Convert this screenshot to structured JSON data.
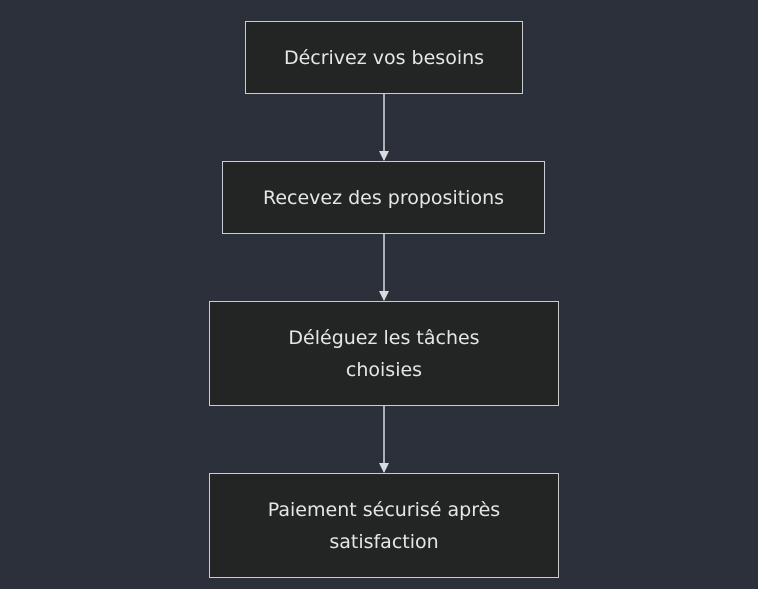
{
  "diagram": {
    "nodes": [
      {
        "label": "Décrivez vos besoins"
      },
      {
        "label": "Recevez des propositions"
      },
      {
        "label": "Déléguez les tâches choisies"
      },
      {
        "label": "Paiement sécurisé après satisfaction"
      }
    ],
    "edges": [
      {
        "from": 0,
        "to": 1
      },
      {
        "from": 1,
        "to": 2
      },
      {
        "from": 2,
        "to": 3
      }
    ],
    "colors": {
      "background": "#2b303b",
      "node_fill": "#232525",
      "node_border": "#c9ccd0",
      "text": "#e4e6e8",
      "edge": "#d8dadd"
    }
  }
}
